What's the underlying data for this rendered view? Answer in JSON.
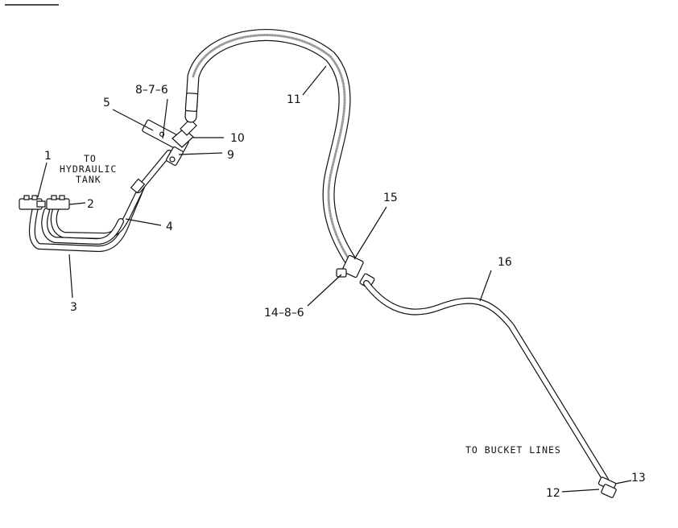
{
  "callouts": {
    "c1": "1",
    "c2": "2",
    "c3": "3",
    "c4": "4",
    "c5": "5",
    "c8_7_6": "8–7–6",
    "c9": "9",
    "c10": "10",
    "c11": "11",
    "c12": "12",
    "c13": "13",
    "c14_8_6": "14–8–6",
    "c15": "15",
    "c16": "16"
  },
  "notes": {
    "tank_line1": "TO",
    "tank_line2": "HYDRAULIC",
    "tank_line3": "TANK",
    "bucket": "TO BUCKET LINES"
  }
}
